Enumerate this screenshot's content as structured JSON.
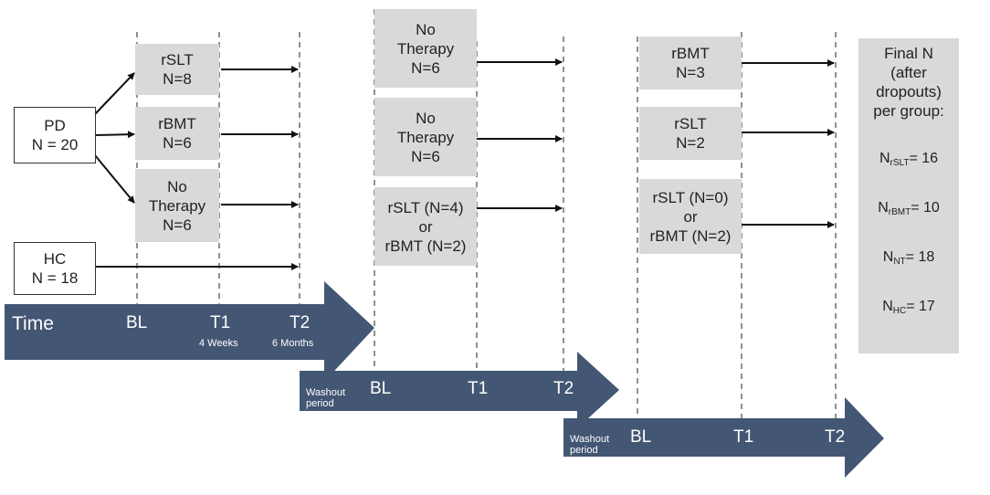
{
  "top_boxes": [
    {
      "lines": [
        "PD",
        "N = 20"
      ]
    },
    {
      "lines": [
        "HC",
        "N = 18"
      ]
    }
  ],
  "phase1": [
    {
      "lines": [
        "rSLT",
        "N=8"
      ]
    },
    {
      "lines": [
        "rBMT",
        "N=6"
      ]
    },
    {
      "lines": [
        "No",
        "Therapy",
        "N=6"
      ]
    }
  ],
  "phase2": [
    {
      "lines": [
        "No",
        "Therapy",
        "N=6"
      ]
    },
    {
      "lines": [
        "No",
        "Therapy",
        "N=6"
      ]
    },
    {
      "lines": [
        "rSLT (N=4)",
        "or",
        "rBMT (N=2)"
      ]
    }
  ],
  "phase3": [
    {
      "lines": [
        "rBMT",
        "N=3"
      ]
    },
    {
      "lines": [
        "rSLT",
        "N=2"
      ]
    },
    {
      "lines": [
        "rSLT (N=0)",
        "or",
        "rBMT (N=2)"
      ]
    }
  ],
  "final": {
    "title_lines": [
      "Final N",
      "(after",
      "dropouts)",
      "per group:"
    ],
    "counts": [
      {
        "label": "N",
        "sub": "rSLT",
        "value": "=  16"
      },
      {
        "label": "N",
        "sub": "rBMT",
        "value": "= 10"
      },
      {
        "label": "N",
        "sub": "NT",
        "value": "= 18"
      },
      {
        "label": "N",
        "sub": "HC",
        "value": "= 17"
      }
    ]
  },
  "timeline1": {
    "time": "Time",
    "bl": "BL",
    "t1": "T1",
    "t1_sub": "4 Weeks",
    "t2": "T2",
    "t2_sub": "6 Months"
  },
  "timeline2": {
    "washout": [
      "Washout",
      "period"
    ],
    "bl": "BL",
    "t1": "T1",
    "t2": "T2"
  },
  "timeline3": {
    "washout": [
      "Washout",
      "period"
    ],
    "bl": "BL",
    "t1": "T1",
    "t2": "T2"
  },
  "colors": {
    "arrow_fill": "#435673",
    "box_gray": "#d9d9d9",
    "line": "#111111",
    "dash": "#555555"
  }
}
